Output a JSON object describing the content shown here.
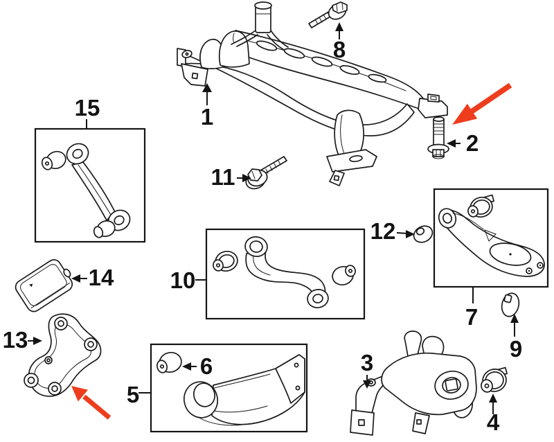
{
  "figure": {
    "type": "exploded-parts-diagram",
    "background_color": "#ffffff",
    "line_color": "#1a1a1a",
    "highlight_arrow_color": "#ee3d1d",
    "part_numbers": [
      "1",
      "2",
      "3",
      "4",
      "5",
      "6",
      "7",
      "8",
      "9",
      "10",
      "11",
      "12",
      "13",
      "14",
      "15"
    ]
  }
}
